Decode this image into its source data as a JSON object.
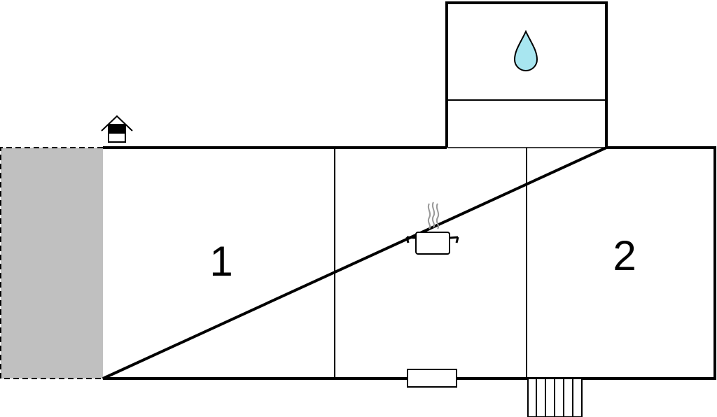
{
  "rooms": [
    {
      "id": "bedroom-1",
      "label": "1"
    },
    {
      "id": "kitchen",
      "label": ""
    },
    {
      "id": "bedroom-2",
      "label": "2"
    },
    {
      "id": "bathroom",
      "label": ""
    }
  ],
  "icons": {
    "bathroom": "water-drop-icon",
    "kitchen": "cooking-pot-icon",
    "entrance": "house-entrance-icon",
    "terrace": "terrace-area",
    "stairs": "stairs",
    "window": "window"
  },
  "colors": {
    "walls": "#000000",
    "terrace": "#c0c0c0",
    "water_drop": "#a8e6f0",
    "steam": "#999999"
  }
}
